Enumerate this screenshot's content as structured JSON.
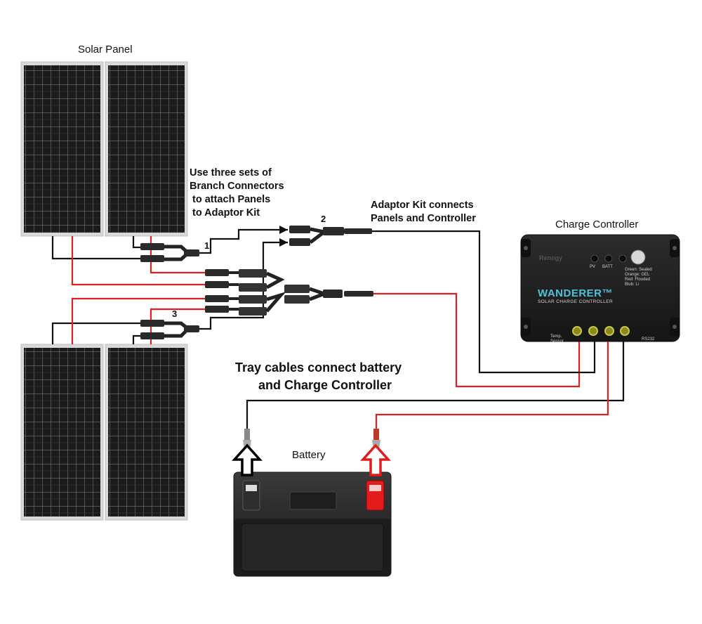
{
  "labels": {
    "solar_panel": "Solar Panel",
    "branch_note": [
      "Use three sets of",
      "Branch Connectors",
      "to attach Panels",
      "to Adaptor Kit"
    ],
    "adaptor_note": [
      "Adaptor Kit connects",
      "Panels and Controller"
    ],
    "charge_controller": "Charge Controller",
    "tray_note": [
      "Tray cables connect battery",
      "and Charge Controller"
    ],
    "battery": "Battery",
    "num_1": "1",
    "num_2": "2",
    "num_3": "3"
  },
  "controller": {
    "brand": "WANDERER™",
    "subtitle": "SOLAR CHARGE CONTROLLER",
    "logo": "Renogy",
    "led_pv": "PV",
    "led_batt": "BATT",
    "battery_types": [
      "Green: Sealed",
      "Orange: GEL",
      "Red: Flooded",
      "Blub: Li"
    ],
    "temp_sensor": [
      "Temp.",
      "Sensor"
    ],
    "rs232": "RS232"
  },
  "colors": {
    "negative_wire": "#111111",
    "positive_wire": "#e02020",
    "controller_body": "#1e1e1e",
    "brand_text": "#4fc3d9",
    "battery_body": "#222222",
    "negative_arrow": "#000000",
    "positive_arrow": "#e31b1b",
    "panel_cell": "#1a1a1a",
    "panel_frame": "#c8c8c8"
  }
}
